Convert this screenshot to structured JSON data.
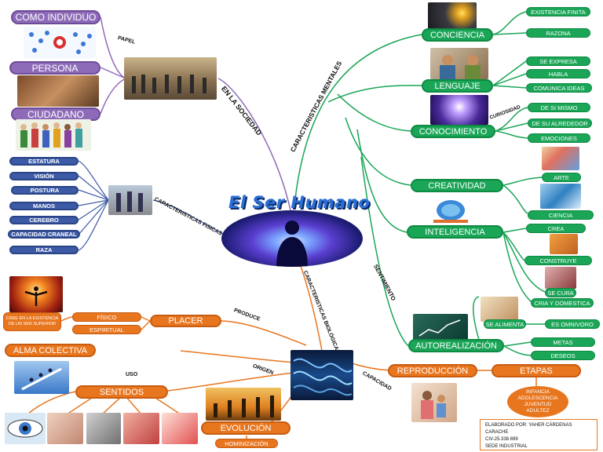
{
  "title": "El Ser Humano",
  "society": {
    "label": "EN LA SOCIEDAD",
    "sublabel": "PAPEL",
    "nodes": [
      "COMO INDIVIDUO",
      "PERSONA",
      "CIUDADANO"
    ]
  },
  "physical": {
    "label": "CARACTERISTICAS FISICAS",
    "nodes": [
      "ESTATURA",
      "VISIÓN",
      "POSTURA",
      "MANOS",
      "CEREBRO",
      "CAPACIDAD CRANEAL",
      "RAZA"
    ]
  },
  "mental": {
    "label": "CARACTERISTICAS MENTALES",
    "conciencia": {
      "label": "CONCIENCIA",
      "items": [
        "EXISTENCIA FINITA",
        "RAZONA"
      ]
    },
    "lenguaje": {
      "label": "LENGUAJE",
      "items": [
        "SE EXPRESA",
        "HABLA",
        "COMUNICA IDEAS"
      ]
    },
    "conocimiento": {
      "label": "CONOCIMIENTO",
      "connector": "CURIOSIDAD",
      "items": [
        "DE SI MISMO",
        "DE SU ALREDEDOR",
        "EMOCIONES"
      ]
    },
    "creatividad": {
      "label": "CREATIVIDAD",
      "items": [
        "ARTE",
        "CIENCIA"
      ]
    },
    "inteligencia": {
      "label": "INTELIGENCIA",
      "items": [
        "CREA",
        "CONSTRUYE",
        "SE CURA",
        "CRIA Y DOMESTICA",
        "SE ALIMENTA",
        "ES OMNIVORO"
      ]
    },
    "sentimiento_label": "SENTIMIENTO",
    "autorealizacion": {
      "label": "AUTOREALIZACIÓN",
      "items": [
        "METAS",
        "DESEOS"
      ]
    }
  },
  "biological": {
    "label": "CARACTERISTICAS BIOLÓGICAS",
    "produce_label": "PRODUCE",
    "placer": {
      "label": "PLACER",
      "items": [
        "FÍSICO",
        "ESPIRITUAL"
      ],
      "note": "CREE EN LA EXISTENCIA DE UN SER SUPERIOR"
    },
    "origen_label": "ORIGEN",
    "alma": "ALMA COLECTIVA",
    "uso_label": "USO",
    "sentidos": "SENTIDOS",
    "evolucion": {
      "label": "EVOLUCIÓN",
      "items": [
        "HOMINIZACIÓN"
      ]
    },
    "capacidad_label": "CAPACIDAD",
    "reproduccion": "REPRODUCCIÓN",
    "etapas": {
      "label": "ETAPAS",
      "items": [
        "INFANCIA",
        "ADOLESCENCIA",
        "JUVENTUD",
        "ADULTEZ"
      ]
    }
  },
  "credits": [
    "ELABORADO POR: YAHER CÁRDENAS CARACHE",
    "CIV-25.338.699",
    "SEDE INDUSTRIAL"
  ],
  "colors": {
    "purple": "#8e6bb8",
    "blue": "#3c5aa6",
    "green": "#1aa557",
    "orange": "#e8761f"
  }
}
